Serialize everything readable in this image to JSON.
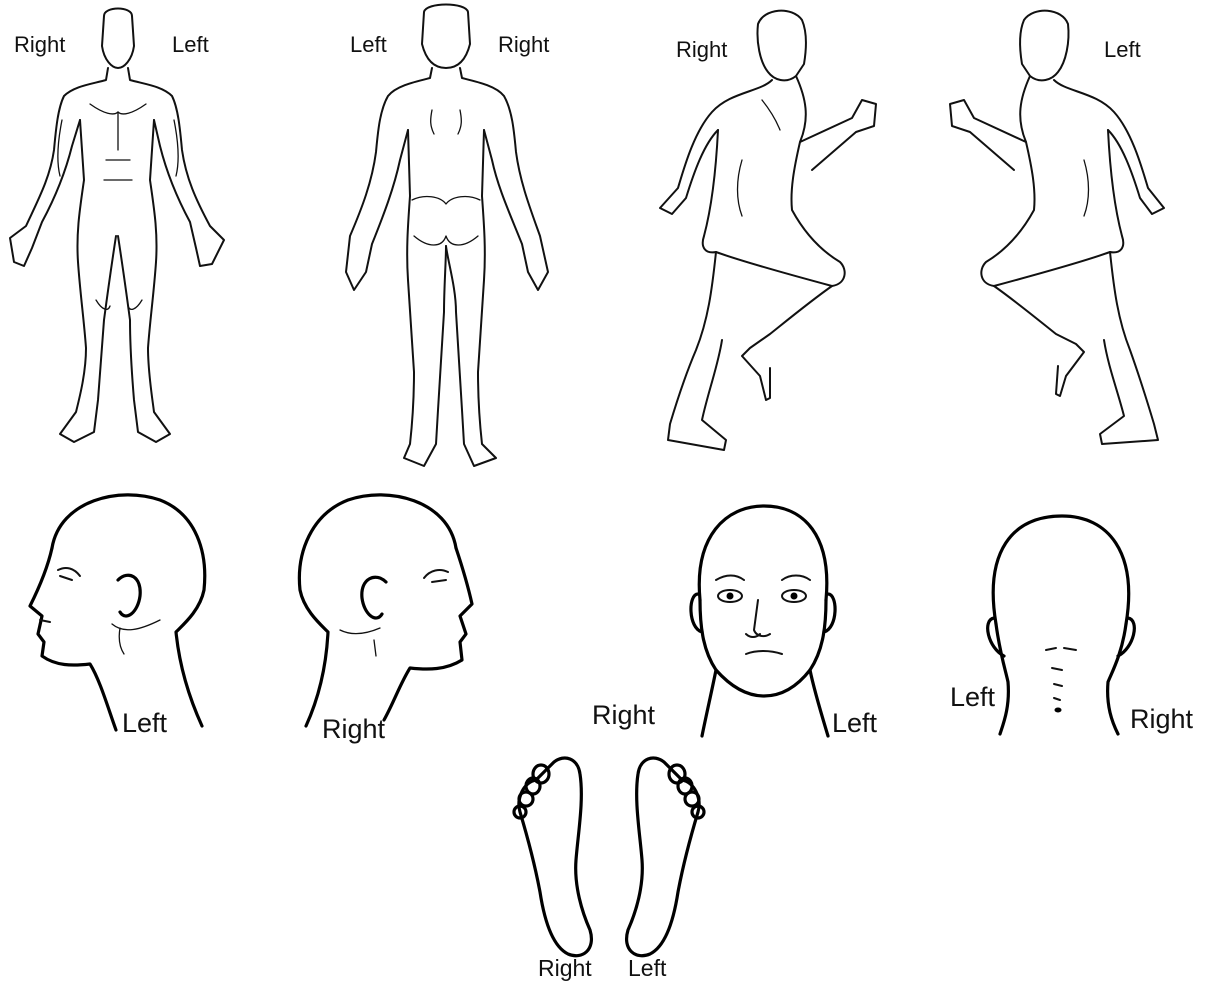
{
  "labels": {
    "front_body_right": "Right",
    "front_body_left": "Left",
    "back_body_left": "Left",
    "back_body_right": "Right",
    "side_body_right": "Right",
    "side_body_left": "Left",
    "head_profile_left": "Left",
    "head_profile_right": "Right",
    "face_front_right": "Right",
    "face_front_left": "Left",
    "head_back_left": "Left",
    "head_back_right": "Right",
    "foot_soles_right": "Right",
    "foot_soles_left": "Left"
  },
  "colors": {
    "line": "#111111",
    "background": "#ffffff"
  }
}
